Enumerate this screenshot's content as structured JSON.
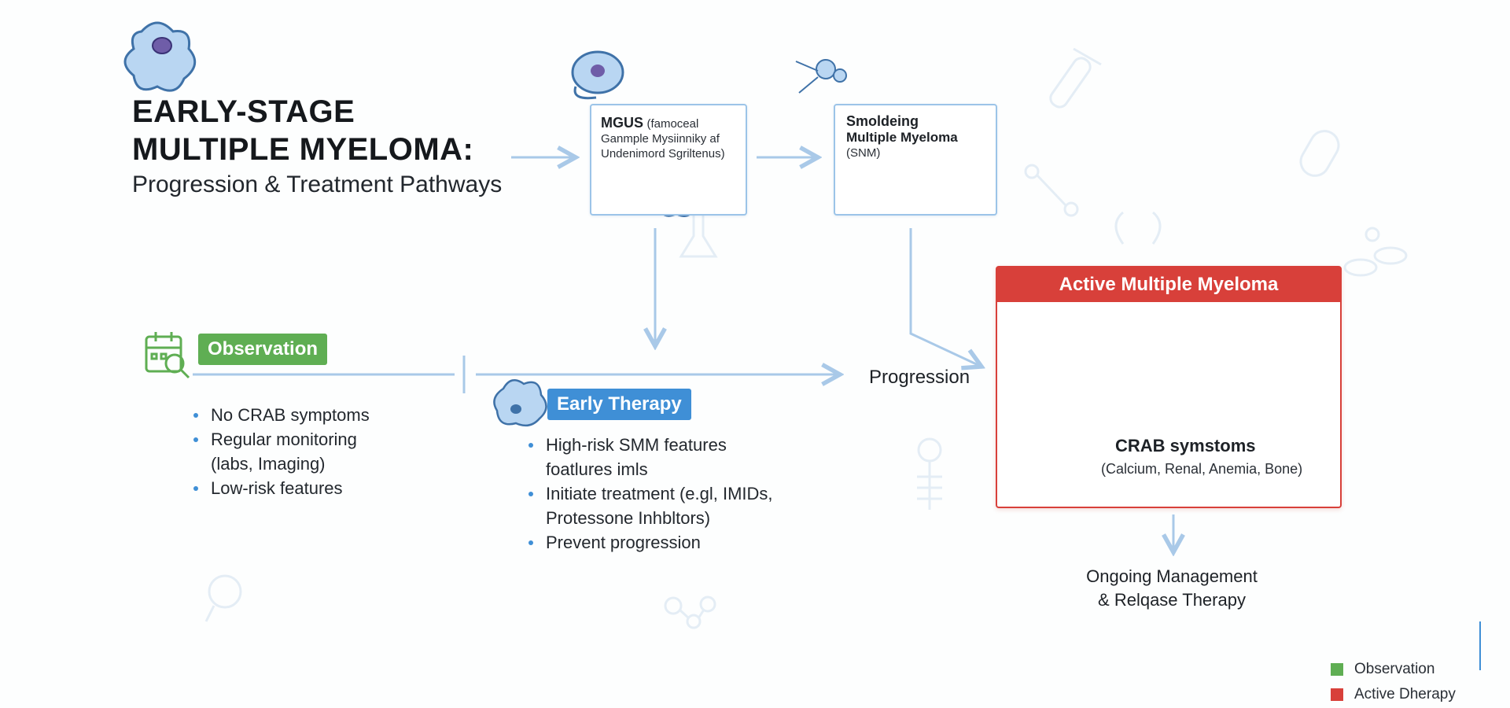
{
  "title": {
    "line1": "EARLY-STAGE",
    "line2": "MULTIPLE MYELOMA:",
    "subtitle": "Progression & Treatment Pathways"
  },
  "stages": {
    "mgus": {
      "title": "MGUS",
      "line1": "(famoceal",
      "line2": "Ganmple Mysiinniky af",
      "line3": "Undenimord Sgriltenus)"
    },
    "smm": {
      "line1": "Smoldeing",
      "line2": "Multiple Myeloma",
      "line3": "(SNM)"
    }
  },
  "observation": {
    "label": "Observation",
    "bullets": [
      "No CRAB symptoms",
      "Regular monitoring",
      "(labs,  Imaging)",
      "Low-risk features"
    ]
  },
  "early_therapy": {
    "label": "Early Therapy",
    "bullets": [
      "High-risk SMM features",
      "foatlures imls",
      "Initiate treatment (e.gl, IMIDs,",
      "Protessone Inhbltors)",
      "Prevent progression"
    ]
  },
  "progression_label": "Progression",
  "active": {
    "header": "Active Multiple Myeloma",
    "crab_title": "CRAB symstoms",
    "crab_desc": "(Calcium, Renal, Anemia, Bone)"
  },
  "ongoing": {
    "line1": "Ongoing Management",
    "line2": "& Relqase Therapy"
  },
  "legend": {
    "items": [
      {
        "label": "Observation",
        "color": "#5fae53"
      },
      {
        "label": "Active Dherapy",
        "color": "#d8403a"
      }
    ]
  },
  "colors": {
    "accent_blue": "#3f8fd6",
    "arrow_blue": "#a9c9e8",
    "observation_green": "#5fae53",
    "active_red": "#d8403a"
  }
}
